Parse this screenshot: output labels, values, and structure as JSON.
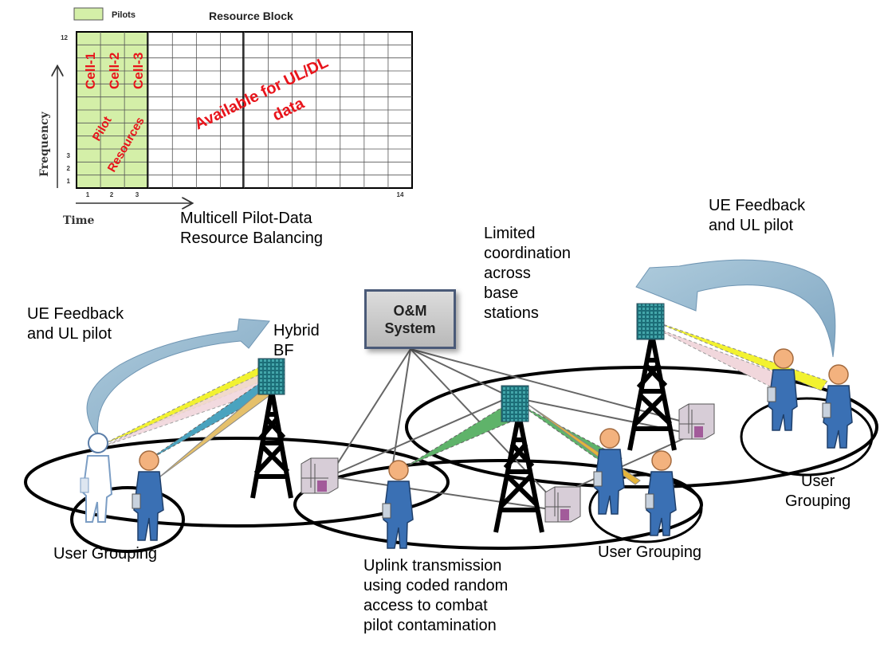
{
  "resource_grid": {
    "legend_label": "Pilots",
    "title": "Resource Block",
    "y_axis_label": "Frequency",
    "x_axis_label": "Time",
    "y_ticks": [
      "12",
      "3",
      "2",
      "1"
    ],
    "x_ticks": [
      "1",
      "2",
      "3",
      "14"
    ],
    "cell_labels": [
      "Cell-1",
      "Cell-2",
      "Cell-3"
    ],
    "pilot_text_line1": "Pilot",
    "pilot_text_line2": "Resources",
    "data_text_line1": "Available for UL/DL",
    "data_text_line2": "data",
    "pilot_color": "#d4efa8",
    "annotation_color": "#e8141b"
  },
  "labels": {
    "balancing": "Multicell Pilot-Data\nResource Balancing",
    "feedback_right": "UE Feedback\nand UL pilot",
    "limited_coordination": "Limited\ncoordination\nacross\nbase\nstations",
    "feedback_left": "UE Feedback\nand UL pilot",
    "hybrid_bf": "Hybrid\nBF",
    "om_system": "O&M\nSystem",
    "grouping_left": "User Grouping",
    "grouping_center": "User Grouping",
    "grouping_right": "User\nGrouping",
    "uplink_note": "Uplink transmission\nusing coded random\naccess to combat\npilot contamination"
  }
}
